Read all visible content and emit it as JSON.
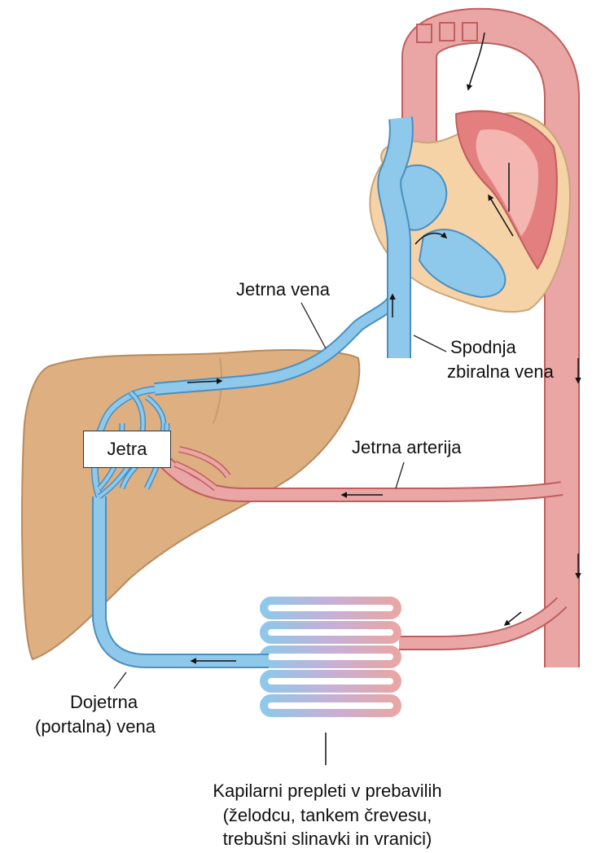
{
  "labels": {
    "hepatic_vein": "Jetrna vena",
    "ivc_line1": "Spodnja",
    "ivc_line2": "zbiralna vena",
    "liver": "Jetra",
    "hepatic_artery": "Jetrna arterija",
    "portal_line1": "Dojetrna",
    "portal_line2": "(portalna) vena",
    "capillary_line1": "Kapilarni prepleti v prebavilih",
    "capillary_line2": "(želodcu, tankem črevesu,",
    "capillary_line3": "trebušni slinavki in vranici)"
  },
  "colors": {
    "vein": "#8ec8ea",
    "vein_edge": "#4a8fc0",
    "artery": "#e9a6a4",
    "artery_edge": "#c05e5e",
    "liver": "#deaf80",
    "liver_edge": "#b98a5c",
    "heart_outer": "#f6d3a7",
    "heart_inner": "#e47f80"
  }
}
